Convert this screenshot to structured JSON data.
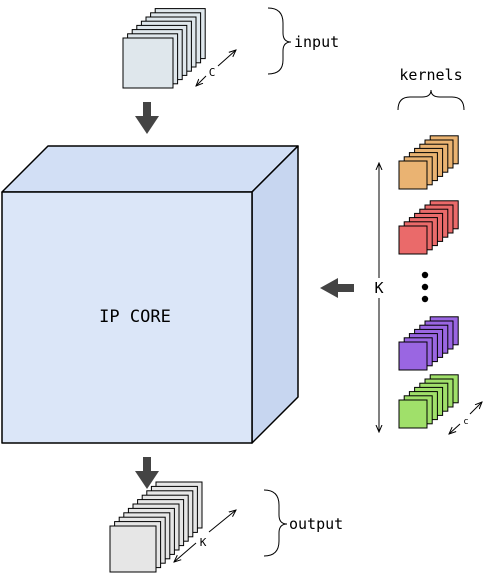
{
  "core": {
    "label": "IP CORE"
  },
  "input": {
    "label": "input",
    "depth_label": "C"
  },
  "kernels": {
    "label": "kernels",
    "count_label": "K",
    "depth_label": "c"
  },
  "output": {
    "label": "output",
    "depth_label": "K"
  },
  "colors": {
    "core_front": "#dbe6f8",
    "core_top": "#d2dff5",
    "core_side": "#c7d6f0",
    "feature_map": "#dfe7ec",
    "output_map": "#e6e6e6",
    "kernel_orange": "#eab372",
    "kernel_red": "#ea6a6a",
    "kernel_purple": "#9a66e2",
    "kernel_green": "#a0e06a",
    "arrow": "#444444"
  }
}
